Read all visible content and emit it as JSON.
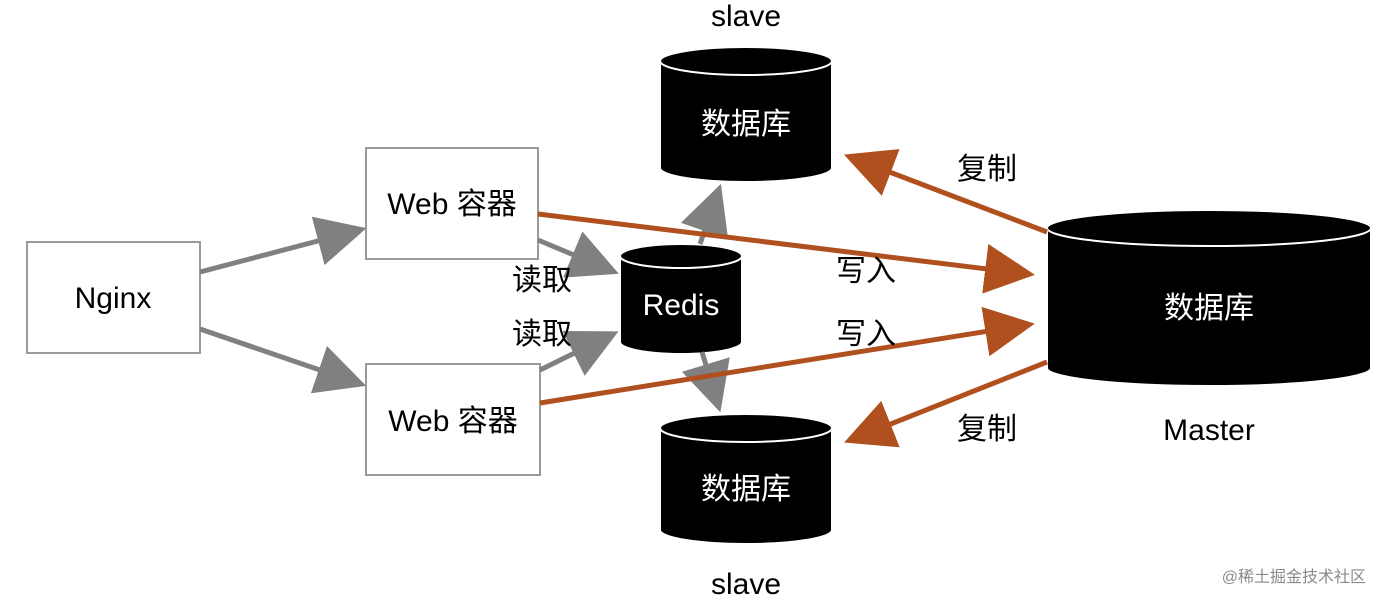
{
  "colors": {
    "gray_arrow": "#808080",
    "copper_arrow": "#b0501e",
    "database_fill": "#000000",
    "box_stroke": "#9a9a9a"
  },
  "nodes": {
    "nginx": "Nginx",
    "web_top": "Web 容器",
    "web_bottom": "Web 容器",
    "redis": "Redis",
    "slave_top_db": "数据库",
    "slave_bottom_db": "数据库",
    "master_db": "数据库"
  },
  "captions": {
    "slave_top": "slave",
    "slave_bottom": "slave",
    "master": "Master"
  },
  "edge_labels": {
    "read_top": "读取",
    "read_bottom": "读取",
    "write_top": "写入",
    "write_bottom": "写入",
    "replicate_top": "复制",
    "replicate_bottom": "复制"
  },
  "watermark": "@稀土掘金技术社区"
}
